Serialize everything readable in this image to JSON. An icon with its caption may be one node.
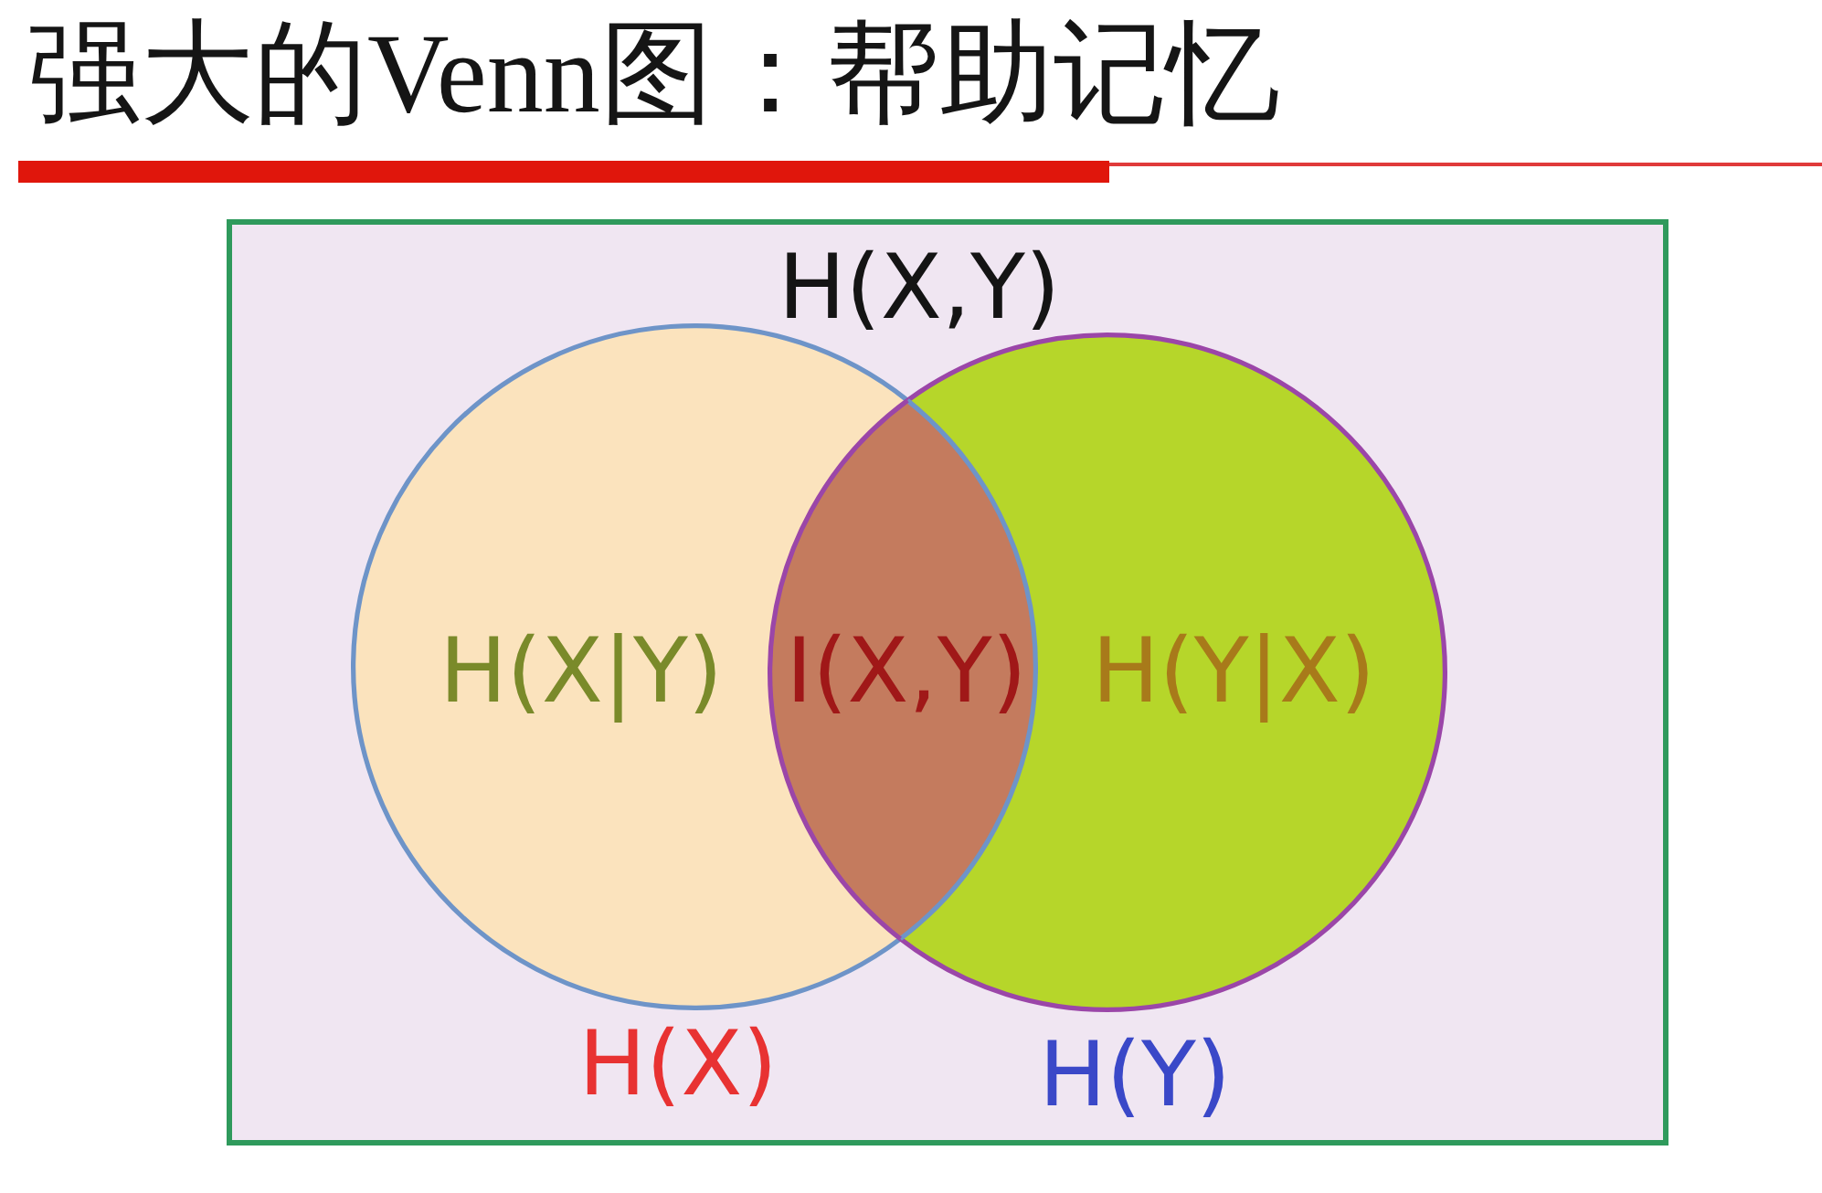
{
  "diagram": {
    "title": "强大的Venn图：帮助记忆",
    "nodes": [
      {
        "text": [
          "H(X,Y)"
        ]
      },
      {
        "text": [
          "H(X|Y)"
        ],
        "beside": [
          "H(X)"
        ],
        "in": 0
      },
      {
        "text": [
          "H(Y|X)"
        ],
        "beside": [
          "H(Y)"
        ],
        "in": 0
      }
    ],
    "labels": [
      "I(X,Y)"
    ]
  }
}
